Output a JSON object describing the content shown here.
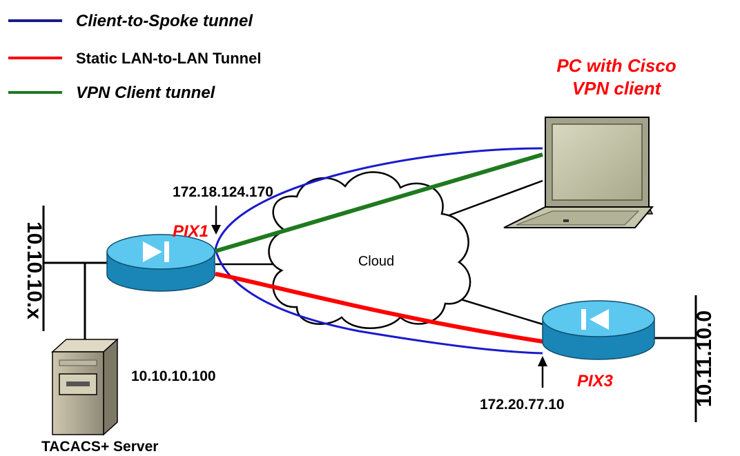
{
  "legend": {
    "items": [
      {
        "label": "Client-to-Spoke tunnel",
        "color": "#1a1a8c",
        "italic": true
      },
      {
        "label": "Static LAN-to-LAN Tunnel",
        "color": "#ff0000",
        "italic": false
      },
      {
        "label": "VPN Client tunnel",
        "color": "#1f7a1f",
        "italic": true
      }
    ]
  },
  "nodes": {
    "pix1": {
      "label": "PIX1",
      "ip": "172.18.124.170"
    },
    "pix3": {
      "label": "PIX3",
      "ip": "172.20.77.10"
    },
    "cloud": {
      "label": "Cloud"
    },
    "pc": {
      "label_line1": "PC with Cisco",
      "label_line2": "VPN client"
    },
    "server": {
      "label": "TACACS+ Server",
      "ip": "10.10.10.100"
    },
    "lan_left": {
      "label": "10.10.10.x"
    },
    "lan_right": {
      "label": "10.11.10.0"
    }
  },
  "colors": {
    "device_label": "#ff0000",
    "router_body": "#2f9fd0",
    "router_top": "#7fd7f5"
  }
}
